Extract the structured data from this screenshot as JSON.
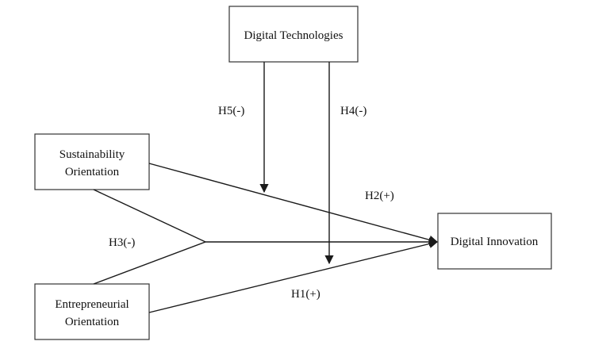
{
  "nodes": {
    "digital_technologies": "Digital Technologies",
    "sustainability_orientation": [
      "Sustainability",
      "Orientation"
    ],
    "entrepreneurial_orientation": [
      "Entrepreneurial",
      "Orientation"
    ],
    "digital_innovation": "Digital Innovation"
  },
  "hypotheses": {
    "h1": "H1(+)",
    "h2": "H2(+)",
    "h3": "H3(-)",
    "h4": "H4(-)",
    "h5": "H5(-)"
  },
  "colors": {
    "line": "#1a1a1a",
    "box_border": "#333333",
    "text": "#111111",
    "background": "#ffffff"
  }
}
